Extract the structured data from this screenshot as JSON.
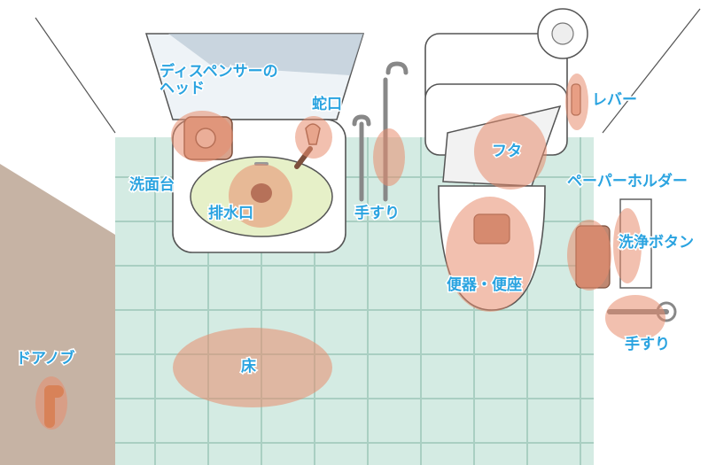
{
  "labels": {
    "dispenser_head": "ディスペンサーの\nヘッド",
    "faucet": "蛇口",
    "washbasin": "洗面台",
    "drain": "排水口",
    "handrail_left": "手すり",
    "lid": "フタ",
    "lever": "レバー",
    "paper_holder": "ペーパーホルダー",
    "flush_button": "洗浄ボタン",
    "toilet_seat": "便器・便座",
    "handrail_right": "手すり",
    "door_knob": "ドアノブ",
    "floor": "床"
  },
  "colors": {
    "label_text": "#2aa3e0",
    "highlight": "#e88c6e",
    "floor_tile": "#d4ebe3",
    "tile_grout": "#a9cfc2",
    "door": "#c6b3a4"
  }
}
